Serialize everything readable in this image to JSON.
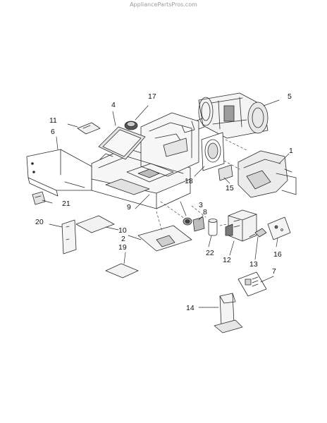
{
  "watermark": "AppliancePartsPros.com",
  "callouts": {
    "c1": "1",
    "c2": "2",
    "c3": "3",
    "c4": "4",
    "c5": "5",
    "c6": "6",
    "c7": "7",
    "c8": "8",
    "c9": "9",
    "c10": "10",
    "c11": "11",
    "c12": "12",
    "c13": "13",
    "c14": "14",
    "c15": "15",
    "c16": "16",
    "c17": "17",
    "c18": "18",
    "c19": "19",
    "c20": "20",
    "c21": "21",
    "c22": "22"
  },
  "colors": {
    "line": "#2a2a2a",
    "shade": "#d9d9d9",
    "dark": "#6a6a6a"
  }
}
